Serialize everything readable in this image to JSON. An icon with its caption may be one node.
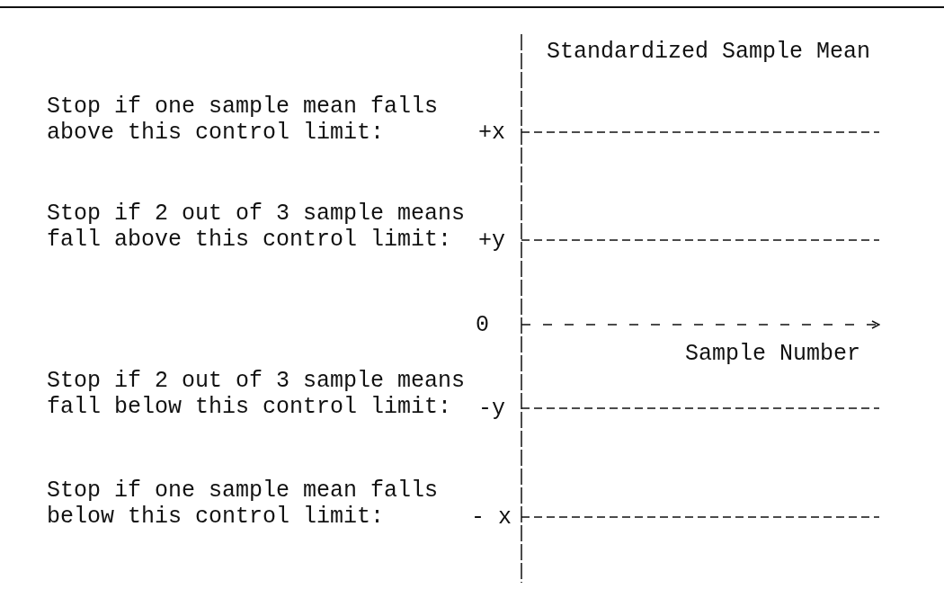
{
  "diagram": {
    "labels": [
      "Standardized Sample Mean",
      "Stop if one sample mean falls above this control limit:",
      "+x",
      "Stop if 2 out of 3 sample means fall above this control limit:",
      "+y",
      "0",
      "Sample Number",
      "Stop if 2 out of 3 sample means fall below this control limit:",
      "-y",
      "Stop if one sample mean falls below this control limit:",
      "- x"
    ]
  }
}
